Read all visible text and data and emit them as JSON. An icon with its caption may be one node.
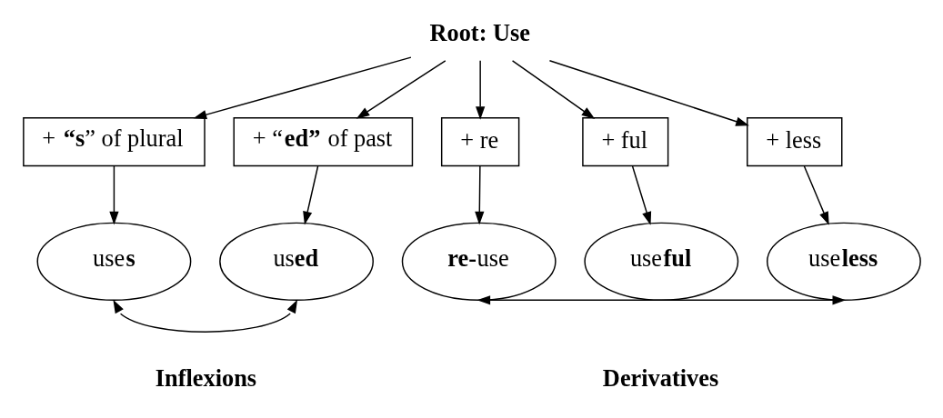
{
  "diagram": {
    "nodes": [
      {
        "text": [
          "Root: Use"
        ]
      },
      {
        "text": [
          "+ **“s**” of plural"
        ]
      },
      {
        "text": [
          "+ “**ed”** of past"
        ]
      },
      {
        "text": [
          "+ re"
        ]
      },
      {
        "text": [
          "+ ful"
        ]
      },
      {
        "text": [
          "+ less"
        ]
      },
      {
        "text": [
          "use**s**"
        ]
      },
      {
        "text": [
          "us**ed**"
        ]
      },
      {
        "text": [
          "**re-**use"
        ]
      },
      {
        "text": [
          "use**ful**"
        ]
      },
      {
        "text": [
          "use**less**"
        ]
      }
    ],
    "edges": [
      {
        "from": 0,
        "to": 1,
        "arrow": "to"
      },
      {
        "from": 0,
        "to": 2,
        "arrow": "to"
      },
      {
        "from": 0,
        "to": 3,
        "arrow": "to"
      },
      {
        "from": 0,
        "to": 4,
        "arrow": "to"
      },
      {
        "from": 0,
        "to": 5,
        "arrow": "to"
      },
      {
        "from": 1,
        "to": 6,
        "arrow": "to"
      },
      {
        "from": 2,
        "to": 7,
        "arrow": "to"
      },
      {
        "from": 3,
        "to": 8,
        "arrow": "to"
      },
      {
        "from": 4,
        "to": 9,
        "arrow": "to"
      },
      {
        "from": 5,
        "to": 10,
        "arrow": "to"
      },
      {
        "from": 6,
        "to": 7,
        "arrow": "both"
      },
      {
        "from": 8,
        "to": 10,
        "arrow": "both"
      }
    ],
    "labels": [
      "Inflexions",
      "Derivatives"
    ]
  }
}
